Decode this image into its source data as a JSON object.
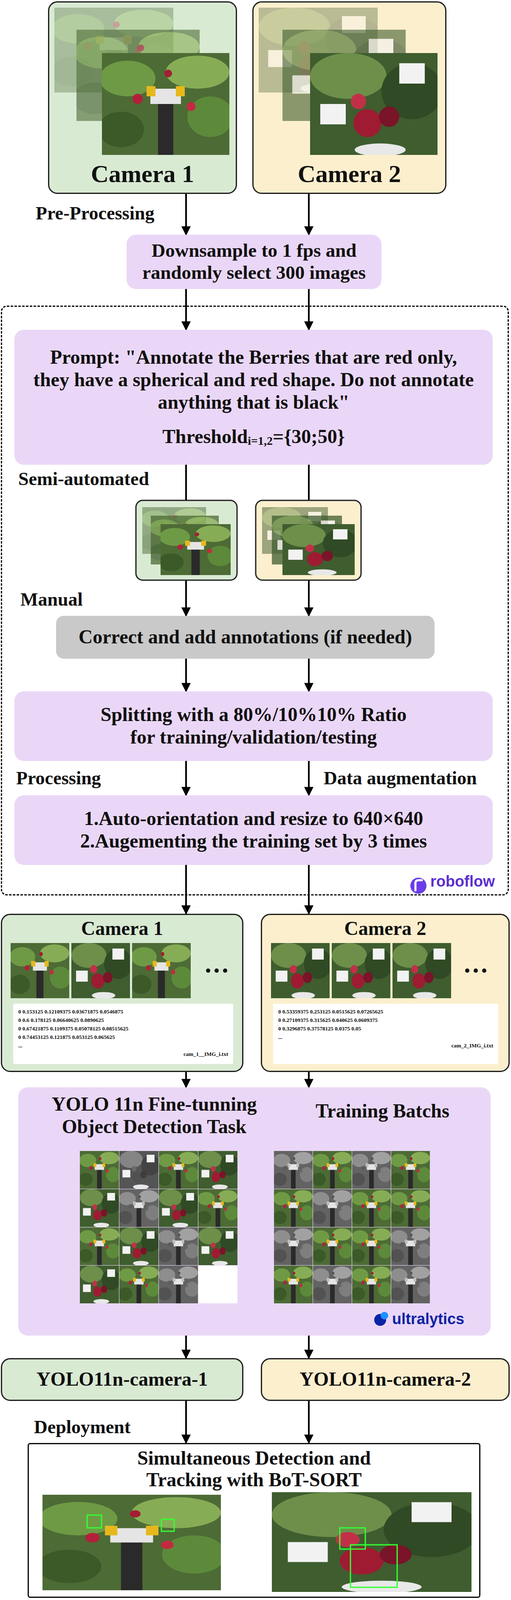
{
  "diagram": {
    "nodes": [
      {
        "text": [
          "Camera 1"
        ]
      },
      {
        "text": [
          "Camera 2"
        ]
      },
      {
        "text": [
          "Downsample to 1 fps and randomly select 300 images"
        ]
      },
      {
        "text": [
          "roboflow"
        ]
      },
      {
        "text": [
          "Prompt: \"Annotate the Berries that are red only, they have a spherical and red shape. Do not annotate anything that is black\"",
          "Threshold",
          "i=1,2",
          "={30;50}"
        ],
        "in": 3
      },
      {
        "text": [
          "Correct and add annotations (if needed)"
        ],
        "in": 3
      },
      {
        "text": [
          "Splitting with a 80%/10%10% Ratio for training/validation/testing"
        ],
        "in": 3
      },
      {
        "text": [
          "1.Auto-orientation and resize to 640×640",
          "2.Augementing the training set by 3 times"
        ],
        "in": 3
      },
      {
        "text": [
          "Camera 1"
        ]
      },
      {
        "text": [
          "0 0.153125 0.12109375 0.03671875 0.0546875",
          "0 0.6 0.178125 0.06640625 0.0890625",
          "0 0.67421875 0.1109375 0.05078125 0.08515625",
          "0 0.74453125 0.121875 0.053125 0.065625",
          "...",
          "cam_1__IMG_i.txt"
        ],
        "in": 8
      },
      {
        "text": [
          "Camera 2"
        ]
      },
      {
        "text": [
          "0 0.53359375 0.253125 0.0515625 0.07265625",
          "0 0.27109375 0.315625 0.040625 0.0609375",
          "0 0.3296875 0.37578125 0.0375 0.05",
          "...",
          "cam_2_IMG_i.txt"
        ],
        "in": 10
      },
      {
        "text": [
          "YOLO 11n Fine-tunning Object Detection Task",
          "Training Batchs",
          "ultralytics"
        ]
      },
      {
        "text": [
          "YOLO11n-camera-1"
        ]
      },
      {
        "text": [
          "YOLO11n-camera-2"
        ]
      },
      {
        "text": [
          "Simultaneous Detection and Tracking with BoT-SORT"
        ]
      }
    ],
    "edges": [
      {
        "from": 0,
        "to": 2,
        "arrow": "to"
      },
      {
        "from": 1,
        "to": 2,
        "arrow": "to"
      },
      {
        "from": 2,
        "to": 4,
        "arrow": "to"
      },
      {
        "from": 2,
        "to": 4,
        "arrow": "to"
      },
      {
        "from": 4,
        "to": 5,
        "arrow": "to"
      },
      {
        "from": 4,
        "to": 5,
        "arrow": "to"
      },
      {
        "from": 5,
        "to": 6,
        "arrow": "to"
      },
      {
        "from": 5,
        "to": 6,
        "arrow": "to"
      },
      {
        "from": 6,
        "to": 7,
        "arrow": "to"
      },
      {
        "from": 6,
        "to": 7,
        "arrow": "to"
      },
      {
        "from": 7,
        "to": 8,
        "arrow": "to"
      },
      {
        "from": 7,
        "to": 10,
        "arrow": "to"
      },
      {
        "from": 8,
        "to": 12,
        "arrow": "to"
      },
      {
        "from": 10,
        "to": 12,
        "arrow": "to"
      },
      {
        "from": 12,
        "to": 13,
        "arrow": "to"
      },
      {
        "from": 12,
        "to": 14,
        "arrow": "to"
      },
      {
        "from": 13,
        "to": 15,
        "arrow": "to"
      },
      {
        "from": 14,
        "to": 15,
        "arrow": "to"
      }
    ],
    "labels": [
      "Pre-Processing",
      "Semi-automated",
      "Manual",
      "Processing",
      "Data augmentation",
      "Deployment"
    ]
  }
}
